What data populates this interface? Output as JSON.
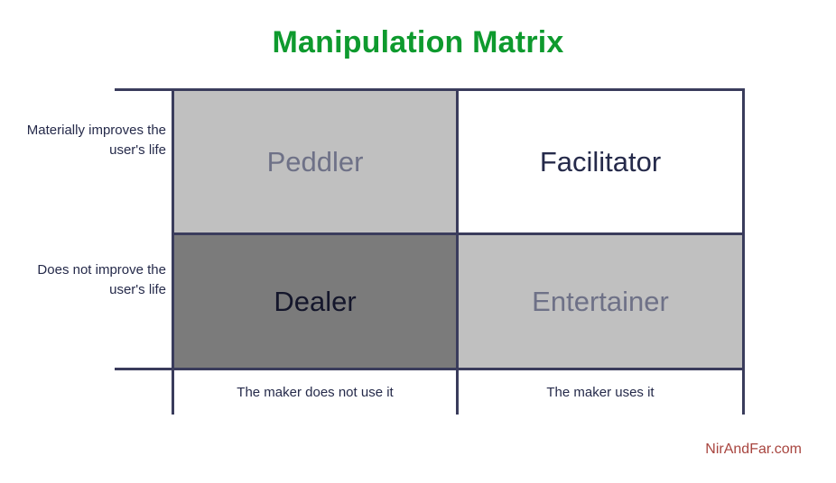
{
  "title": "Manipulation Matrix",
  "footer": "NirAndFar.com",
  "colors": {
    "title_green": "#0E9A2E",
    "line_navy": "#3A3C5C",
    "text_navy": "#252A4A",
    "muted_text": "#6E7187",
    "cell_light_gray": "#C0C0C0",
    "cell_dark_gray": "#7B7B7B",
    "cell_white": "#FFFFFF",
    "footer_red": "#A8453F"
  },
  "chart_data": {
    "type": "table",
    "title": "Manipulation Matrix",
    "xlabel": "",
    "ylabel": "",
    "grid": true,
    "legend": "none",
    "row_labels": [
      "Materially improves the user's life",
      "Does not improve the user's life"
    ],
    "column_labels": [
      "The maker does not use it",
      "The maker uses it"
    ],
    "cells": [
      {
        "label": "Peddler",
        "row": 0,
        "col": 0,
        "fill": "#C0C0C0",
        "text_color": "#6E7187"
      },
      {
        "label": "Facilitator",
        "row": 0,
        "col": 1,
        "fill": "#FFFFFF",
        "text_color": "#252A4A"
      },
      {
        "label": "Dealer",
        "row": 1,
        "col": 0,
        "fill": "#7B7B7B",
        "text_color": "#14162B"
      },
      {
        "label": "Entertainer",
        "row": 1,
        "col": 1,
        "fill": "#C0C0C0",
        "text_color": "#6E7187"
      }
    ]
  }
}
